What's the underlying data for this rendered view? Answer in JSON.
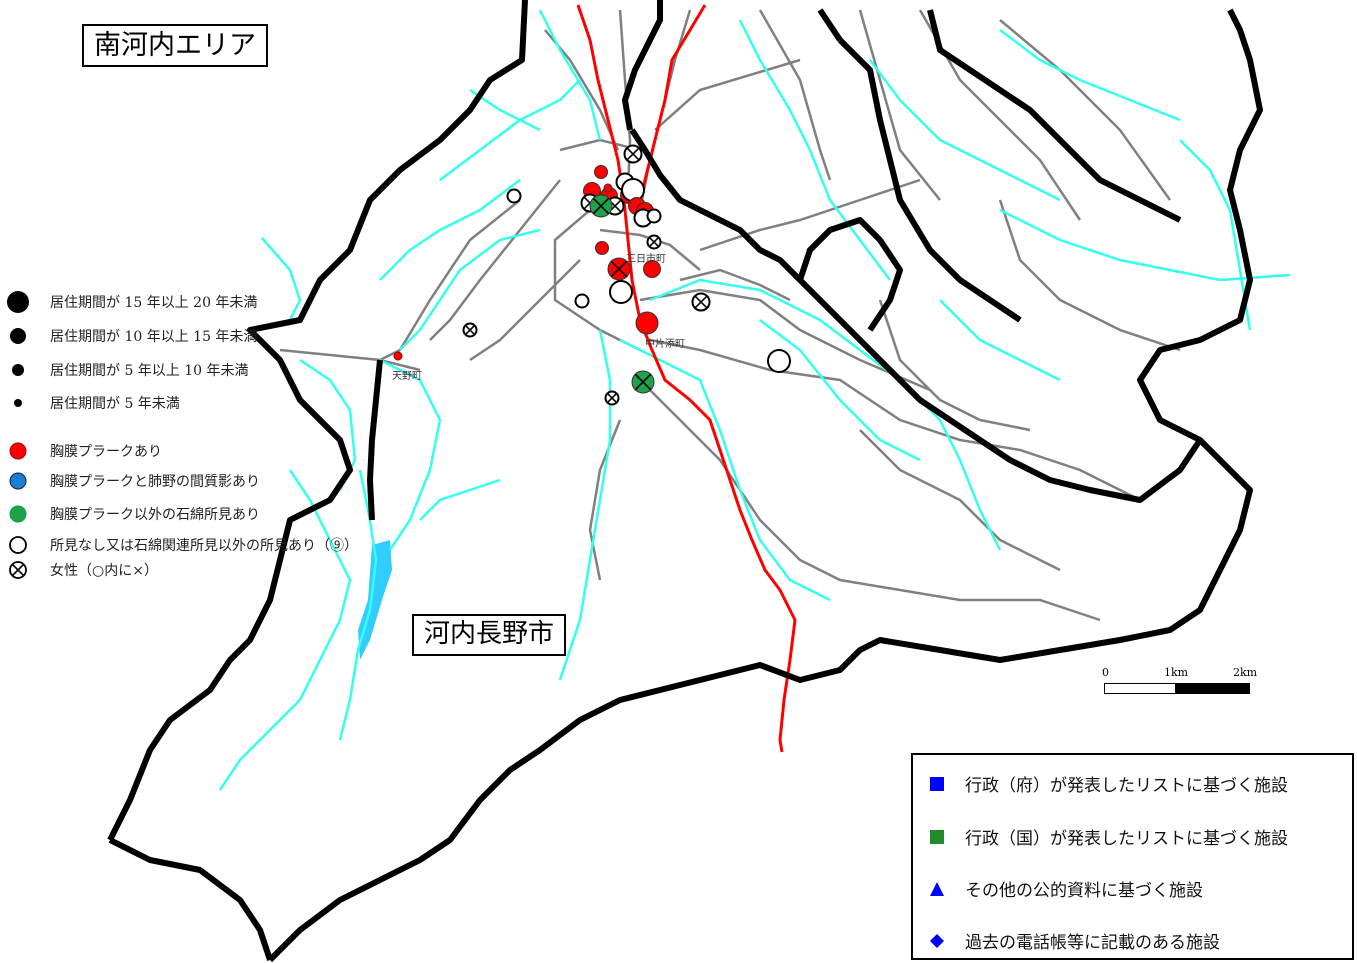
{
  "area_title": "南河内エリア",
  "city_label": "河内長野市",
  "towns": [
    {
      "name": "三日市町"
    },
    {
      "name": "中片添町"
    },
    {
      "name": "天野町"
    }
  ],
  "legend": {
    "duration": [
      {
        "label": "居住期間が 15 年以上 20 年未満",
        "symbol": "dot-xl"
      },
      {
        "label": "居住期間が 10 年以上 15 年未満",
        "symbol": "dot-l"
      },
      {
        "label": "居住期間が 5 年以上 10 年未満",
        "symbol": "dot-m"
      },
      {
        "label": "居住期間が 5 年未満",
        "symbol": "dot-s"
      }
    ],
    "findings": [
      {
        "label": "胸膜プラークあり",
        "color": "#ff0000"
      },
      {
        "label": "胸膜プラークと肺野の間質影あり",
        "color": "#1a7fd0"
      },
      {
        "label": "胸膜プラーク以外の石綿所見あり",
        "color": "#1ea34a"
      },
      {
        "label": "所見なし又は石綿関連所見以外の所見あり（⑨）",
        "color": "#ffffff"
      }
    ],
    "female": {
      "label": "女性（○内に×）"
    }
  },
  "facility_legend": [
    {
      "label": "行政（府）が発表したリストに基づく施設",
      "symbol": "square",
      "color": "#0000ff"
    },
    {
      "label": "行政（国）が発表したリストに基づく施設",
      "symbol": "square",
      "color": "#1e8c28"
    },
    {
      "label": "その他の公的資料に基づく施設",
      "symbol": "triangle",
      "color": "#0000ff"
    },
    {
      "label": "過去の電話帳等に記載のある施設",
      "symbol": "diamond",
      "color": "#0000ff"
    }
  ],
  "scale": {
    "ticks": [
      "0",
      "1km",
      "2km"
    ]
  },
  "colors": {
    "boundary": "#000000",
    "river": "#33ffee",
    "road": "#808080",
    "railway": "#ff0000"
  },
  "markers": [
    {
      "finding": "none",
      "female": true,
      "size": "m"
    },
    {
      "finding": "plaque",
      "female": false,
      "size": "s"
    },
    {
      "finding": "none",
      "female": false,
      "size": "m"
    },
    {
      "finding": "plaque",
      "female": false,
      "size": "m"
    },
    {
      "finding": "plaque",
      "female": false,
      "size": "m"
    },
    {
      "finding": "plaque",
      "female": false,
      "size": "m"
    },
    {
      "finding": "none",
      "female": false,
      "size": "l"
    },
    {
      "finding": "none",
      "female": true,
      "size": "m"
    },
    {
      "finding": "none",
      "female": true,
      "size": "m"
    },
    {
      "finding": "other",
      "female": true,
      "size": "l"
    },
    {
      "finding": "plaque",
      "female": false,
      "size": "m"
    },
    {
      "finding": "plaque",
      "female": false,
      "size": "m"
    },
    {
      "finding": "none",
      "female": false,
      "size": "m"
    },
    {
      "finding": "none",
      "female": false,
      "size": "s"
    },
    {
      "finding": "plaque",
      "female": false,
      "size": "s"
    },
    {
      "finding": "none",
      "female": true,
      "size": "s"
    },
    {
      "finding": "plaque",
      "female": true,
      "size": "l"
    },
    {
      "finding": "plaque",
      "female": false,
      "size": "m"
    },
    {
      "finding": "none",
      "female": false,
      "size": "l"
    },
    {
      "finding": "none",
      "female": false,
      "size": "s"
    },
    {
      "finding": "none",
      "female": true,
      "size": "m"
    },
    {
      "finding": "plaque",
      "female": false,
      "size": "l"
    },
    {
      "finding": "none",
      "female": true,
      "size": "s"
    },
    {
      "finding": "other",
      "female": true,
      "size": "l"
    },
    {
      "finding": "none",
      "female": true,
      "size": "s"
    },
    {
      "finding": "none",
      "female": false,
      "size": "l"
    },
    {
      "finding": "none",
      "female": false,
      "size": "s"
    },
    {
      "finding": "plaque",
      "female": false,
      "size": "xs"
    }
  ]
}
